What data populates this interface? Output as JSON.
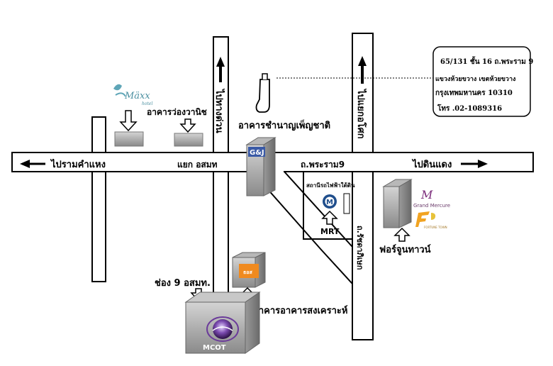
{
  "roads": {
    "west": "ไปรามคำแหง",
    "east": "ไปดินแดง",
    "north_left": "ไปทางด่วน",
    "north_right": "ไปแยกอโศก",
    "intersection": "แยก อสมท",
    "main_road": "ถ.พระราม9",
    "diagonal": "ถ.รัชดาภิเษก"
  },
  "landmarks": {
    "maxx_logo": "Mäxx",
    "maxx_sub": "hotel",
    "vanich": "อาคารว่องวานิช",
    "chamnan": "อาคารชำนาญเพ็ญชาติ",
    "gj": "G&J",
    "mrt_station": "สถานีรถไฟฟ้าใต้ดิน",
    "mrt": "MRT",
    "grand_mercure": "Grand Mercure",
    "fortune_small": "FORTUNE TOWN",
    "fortune": "ฟอร์จูนทาวน์",
    "channel9": "ช่อง 9 อสมท.",
    "mcot": "MCOT",
    "gh_bank": "ธนาคารอาคารสงเคราะห์",
    "ghb_logo": "ธอส"
  },
  "address": {
    "line1": "65/131 ชั้น 16 ถ.พระราม 9",
    "line2": "แขวงห้วยขวาง เขตห้วยขวาง",
    "line3": "กรุงเทพมหานคร 10310",
    "line4": "โทร .02-1089316"
  }
}
